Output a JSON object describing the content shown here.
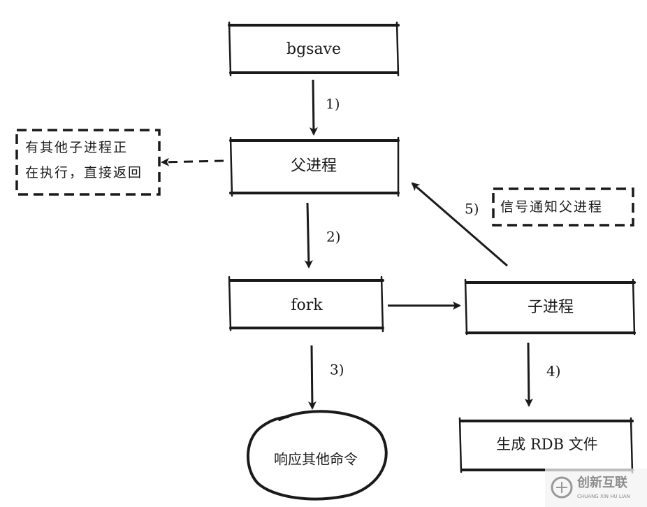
{
  "nodes": {
    "bgsave": "bgsave",
    "parent": "父进程",
    "fork": "fork",
    "child": "子进程",
    "other_cmds": "响应其他命令",
    "gen_rdb": "生成 RDB 文件"
  },
  "notes": {
    "other_child_line1": "有其他子进程正",
    "other_child_line2": "在执行，直接返回",
    "signal": "信号通知父进程"
  },
  "steps": {
    "s1": "1)",
    "s2": "2)",
    "s3": "3)",
    "s4": "4)",
    "s5": "5)"
  },
  "watermark": {
    "name": "创新互联",
    "sub": "CHUANG XIN HU LIAN"
  },
  "colors": {
    "ink": "#1a1a1a",
    "watermark": "#777777"
  }
}
